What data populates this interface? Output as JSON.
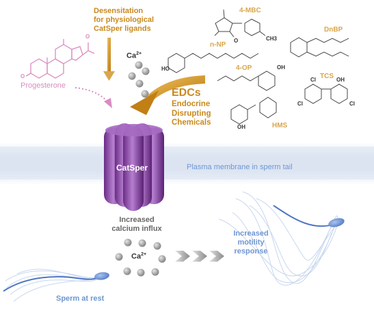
{
  "title_desensitation": [
    "Desensitation",
    "for physiological",
    "CatSper ligands"
  ],
  "progesterone": "Progesterone",
  "calcium_top": "Ca",
  "calcium_sup": "2+",
  "edcs": {
    "abbr": "EDCs",
    "lines": [
      "Endocrine",
      "Disrupting",
      "Chemicals"
    ]
  },
  "chemicals": {
    "mbc": "4-MBC",
    "dnbp": "DnBP",
    "nnp": "n-NP",
    "op": "4-OP",
    "tcs": "TCS",
    "hms": "HMS"
  },
  "atoms": {
    "o": "O",
    "oh": "OH",
    "ho": "HO",
    "cl": "Cl",
    "ch3": "CH3"
  },
  "channel": "CatSper",
  "membrane": "Plasma membrane in sperm tail",
  "influx": [
    "Increased",
    "calcium influx"
  ],
  "calcium_bottom": "Ca",
  "calcium_bottom_sup": "2+",
  "motility": [
    "Increased",
    "motility",
    "response"
  ],
  "rest": "Sperm at rest",
  "colors": {
    "accent": "#c9891d",
    "chem": "#d9a64b",
    "membrane": "#dfe6f3",
    "channel": "#8a4aa6",
    "progesterone": "#d98cc0",
    "blue": "#6e96d2"
  }
}
